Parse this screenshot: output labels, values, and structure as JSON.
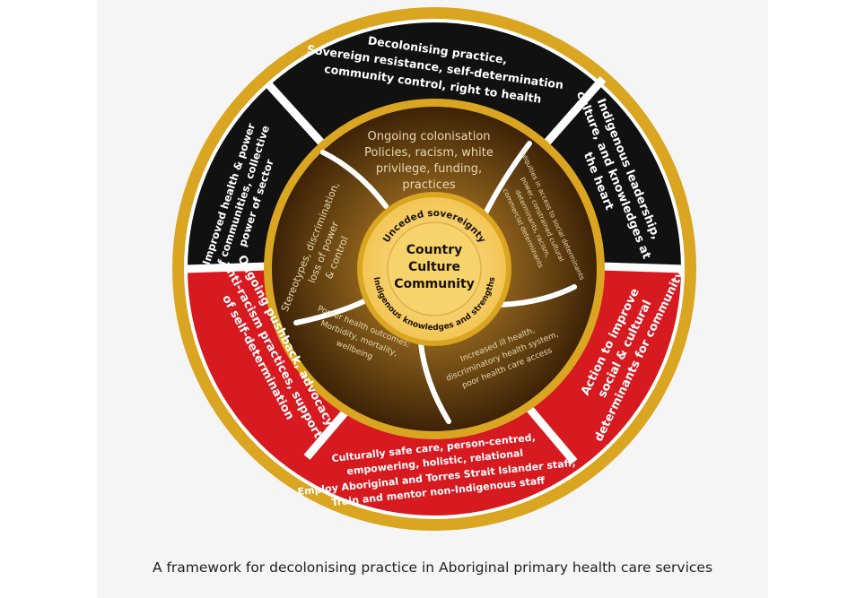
{
  "colors": {
    "gold": "#daa520",
    "black": "#111111",
    "red": "#d71920",
    "brown_dark": "#3b2106",
    "brown_mid": "#7a5418",
    "brown_light": "#a37a2d",
    "center": "#f6d36b"
  },
  "outer_ring": [
    {
      "id": "top",
      "lines": [
        "Decolonising practice,",
        "Sovereign resistance, self-determination",
        "community control, right to health"
      ]
    },
    {
      "id": "right-top",
      "lines": [
        "Indigenous leadership,",
        "culture, and knowledges at",
        "the heart"
      ]
    },
    {
      "id": "left-top",
      "lines": [
        "Improved health & power",
        "of communities, collective",
        "power of sector"
      ]
    },
    {
      "id": "left-bottom",
      "lines": [
        "Ongoing pushback, advocacy,",
        "anti-racism practices, support",
        "of self-determination"
      ]
    },
    {
      "id": "right-bottom",
      "lines": [
        "Action to improve",
        "social & cultural",
        "determinants for community"
      ]
    },
    {
      "id": "bottom",
      "lines": [
        "Culturally safe care, person-centred,",
        "empowering, holistic, relational",
        "Employ Aboriginal and Torres Strait Islander staff,",
        "Train and mentor non-Indigenous staff"
      ]
    }
  ],
  "inner_ring": [
    {
      "id": "top",
      "lines": [
        "Ongoing colonisation",
        "Policies, racism, white",
        "privilege, funding,",
        "practices"
      ]
    },
    {
      "id": "right",
      "lines": [
        "Inequities in access to social determinants",
        "power, constrained cultural",
        "determinants, racism,",
        "commercial determinants"
      ]
    },
    {
      "id": "left",
      "lines": [
        "Stereotypes, discrimination,",
        "loss of power",
        "& control"
      ]
    },
    {
      "id": "bottom-left",
      "lines": [
        "Poorer health outcomes:",
        "Morbidity, mortality,",
        "wellbeing"
      ]
    },
    {
      "id": "bottom-right",
      "lines": [
        "Increased ill health,",
        "discriminatory health system,",
        "poor health care access"
      ]
    }
  ],
  "center": {
    "arc_top": "Unceded sovereignty",
    "arc_bottom": "Indigenous knowledges and strengths",
    "lines": [
      "Country",
      "Culture",
      "Community"
    ]
  },
  "caption": "A framework for decolonising practice in Aboriginal primary health care services"
}
